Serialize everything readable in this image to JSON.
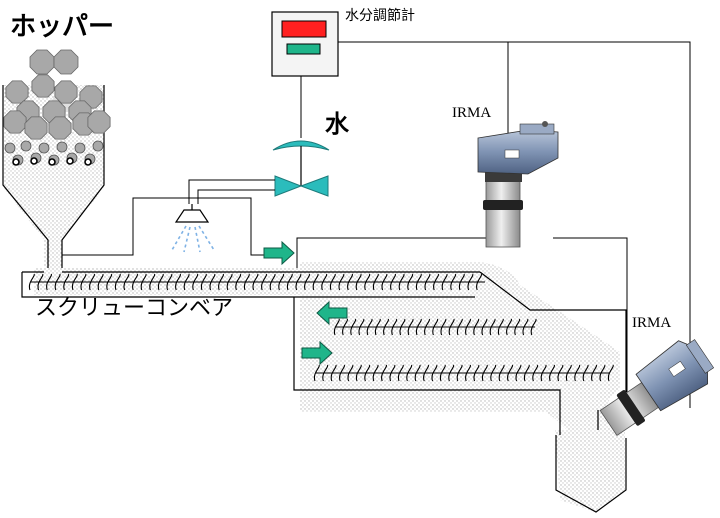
{
  "labels": {
    "hopper": "ホッパー",
    "moisture_meter": "水分調節計",
    "water": "水",
    "irma_top": "IRMA",
    "irma_right": "IRMA",
    "screw_conveyor": "スクリューコンベア"
  },
  "colors": {
    "meter_red": "#ff2020",
    "meter_green": "#1fb58a",
    "valve": "#2bbcbc",
    "arrow": "#1fb58a",
    "stone": "#a8a8a8",
    "stipple": "#c8c8c8",
    "sensor_body": "#6f86a8",
    "sensor_tube": "#cfcfcf",
    "spray": "#7fb2e5"
  },
  "icons": {
    "valve": "butterfly-valve-icon",
    "nozzle": "spray-nozzle-icon",
    "arrow": "flow-arrow-icon",
    "sensor": "irma-sensor-icon"
  }
}
